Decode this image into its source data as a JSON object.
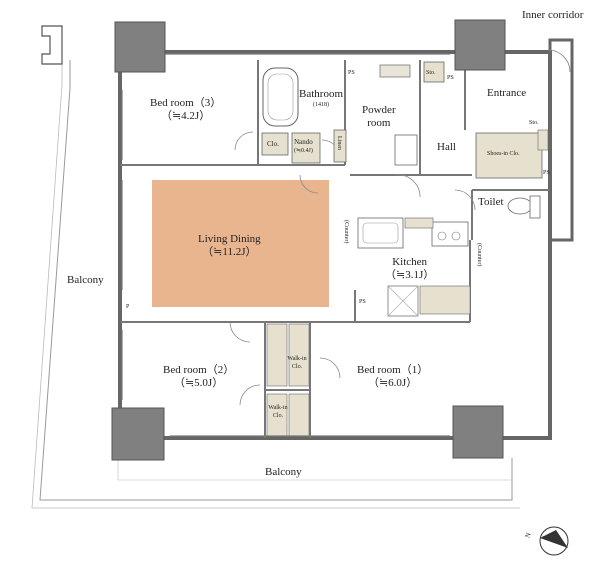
{
  "rooms": {
    "bedroom3": {
      "name": "Bed room（3）",
      "size": "（≒4.2J）"
    },
    "bathroom": {
      "name": "Bathroom",
      "size": "(1418)"
    },
    "powder": {
      "name1": "Powder",
      "name2": "room"
    },
    "entrance": {
      "name": "Entrance"
    },
    "hall": {
      "name": "Hall"
    },
    "living": {
      "name": "Living Dining",
      "size": "（≒11.2J）"
    },
    "kitchen": {
      "name": "Kitchen",
      "size": "（≒3.1J）"
    },
    "toilet": {
      "name": "Toilet"
    },
    "bedroom2": {
      "name": "Bed room（2）",
      "size": "（≒5.0J）"
    },
    "bedroom1": {
      "name": "Bed room（1）",
      "size": "（≒6.0J）"
    }
  },
  "storage": {
    "clo": "Clo.",
    "nando": "Nando",
    "nando_size": "(≒0.4J)",
    "linen": "Linen",
    "sto_top": "Sto.",
    "sto_entrance": "Sto.",
    "shoes": "Shoes-in Clo.",
    "walkin1": "Walk-in Clo.",
    "walkin2": "Walk-in Clo."
  },
  "ps_labels": [
    "PS",
    "PS",
    "PS",
    "PS"
  ],
  "p_label": "P",
  "counter_labels": [
    "(Counter)",
    "(Counter)"
  ],
  "exterior": {
    "inner_corridor": "Inner corridor",
    "balcony_west": "Balcony",
    "balcony_south": "Balcony"
  },
  "compass": {
    "letter": "N"
  },
  "colors": {
    "living_fill": "#E8B58F",
    "wall": "#7a7a7a",
    "column": "#808080"
  }
}
